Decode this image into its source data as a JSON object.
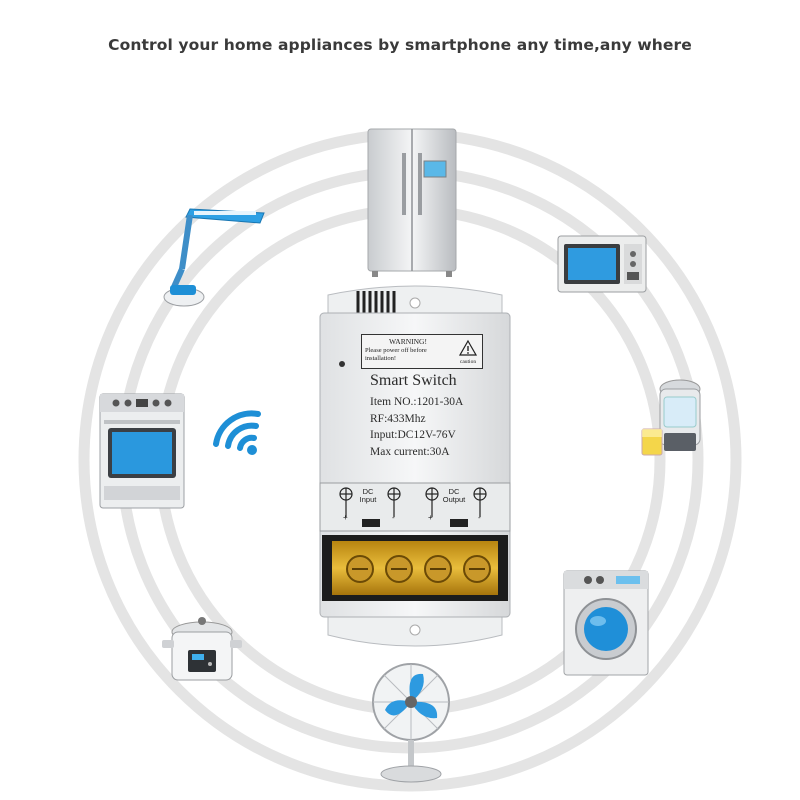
{
  "headline": "Control your home appliances by smartphone any time,any where",
  "device": {
    "warning_title": "WARNING!",
    "warning_text": "Please power off before installation!",
    "caution_label": "caution",
    "title": "Smart Switch",
    "spec_lines": [
      "Item NO.:1201-30A",
      "RF:433Mhz",
      "Input:DC12V-76V",
      "Max current:30A"
    ],
    "terminal_input_label": "DC Input",
    "terminal_output_label": "DC Output",
    "polarity": [
      "+",
      "-",
      "+",
      "-"
    ]
  },
  "appliances": [
    "refrigerator",
    "microwave",
    "juicer",
    "washing-machine",
    "fan",
    "rice-cooker",
    "oven",
    "desk-lamp"
  ],
  "colors": {
    "accent_blue": "#1e8fd6",
    "ring_gray": "#e3e3e3",
    "terminal_amber": "#d4a21c"
  }
}
